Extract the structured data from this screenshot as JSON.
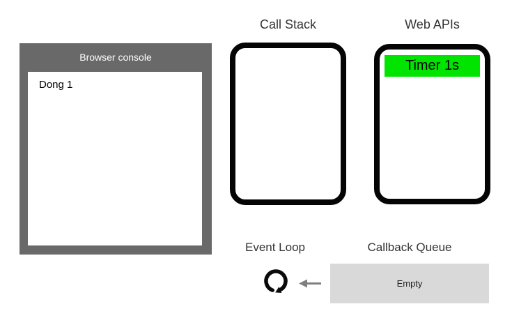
{
  "browser_console": {
    "title": "Browser console",
    "frame_color": "#696969",
    "entries": [
      "Dong 1"
    ]
  },
  "call_stack": {
    "label": "Call Stack",
    "items": []
  },
  "web_apis": {
    "label": "Web APIs",
    "items": [
      {
        "label": "Timer 1s",
        "color": "#00e400"
      }
    ]
  },
  "event_loop": {
    "label": "Event Loop",
    "loop_icon": "loop-arrow-icon",
    "arrow_icon": "left-arrow-icon",
    "arrow_color": "#808080"
  },
  "callback_queue": {
    "label": "Callback Queue",
    "status": "Empty",
    "box_color": "#d9d9d9"
  }
}
